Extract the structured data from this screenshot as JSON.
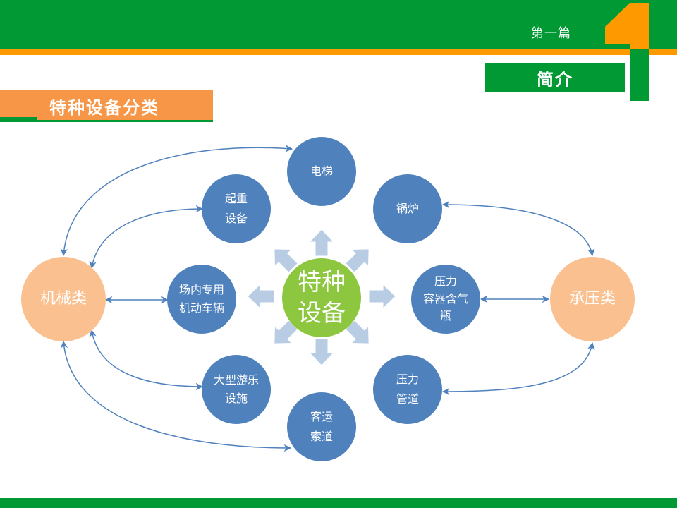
{
  "header": {
    "chapter": "第一篇",
    "big_number": "1",
    "intro": "简介"
  },
  "section": {
    "title": "特种设备分类"
  },
  "diagram": {
    "center": [
      "特种",
      "设备"
    ],
    "groups": {
      "left": "机械类",
      "right": "承压类"
    },
    "nodes": {
      "elevator": [
        "电梯"
      ],
      "lifting": [
        "起重",
        "设备"
      ],
      "boiler": [
        "锅炉"
      ],
      "vehicle": [
        "场内专用",
        "机动车辆"
      ],
      "cylinder": [
        "压力",
        "容器含气",
        "瓶"
      ],
      "amusement": [
        "大型游乐",
        "设施"
      ],
      "pipeline": [
        "压力",
        "管道"
      ],
      "ropeway": [
        "客运",
        "索道"
      ]
    },
    "colors": {
      "blue": "#4f81bd",
      "green": "#8dc63f",
      "peach": "#fac08f",
      "arrow": "#b8cce4",
      "link": "#4f81bd"
    }
  }
}
